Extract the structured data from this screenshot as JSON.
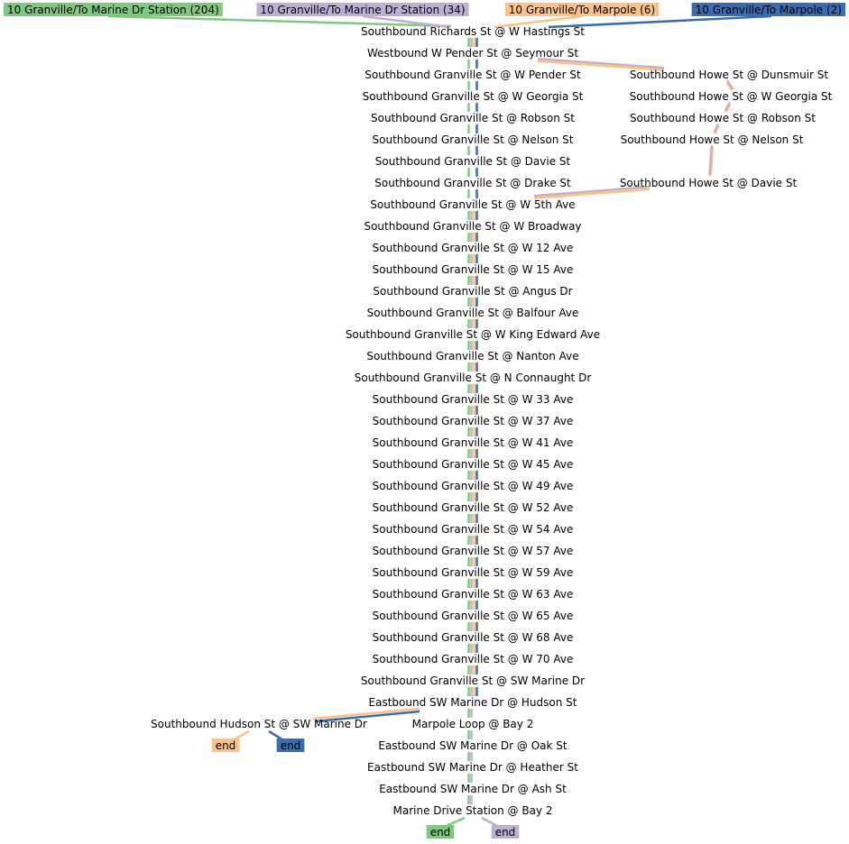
{
  "routes": [
    {
      "id": "r204",
      "label": "10 Granville/To Marine Dr Station (204)",
      "color": "#7fc97f"
    },
    {
      "id": "r34",
      "label": "10 Granville/To Marine Dr Station (34)",
      "color": "#beaed4"
    },
    {
      "id": "r6",
      "label": "10 Granville/To Marpole (6)",
      "color": "#fdc086"
    },
    {
      "id": "r2",
      "label": "10 Granville/To Marpole (2)",
      "color": "#386cb0"
    }
  ],
  "stops": {
    "hastings": "Southbound Richards St @ W Hastings St",
    "pender_seymour": "Westbound W Pender St @ Seymour St",
    "granville_pender": "Southbound Granville St @ W Pender St",
    "granville_georgia": "Southbound Granville St @ W Georgia St",
    "granville_robson": "Southbound Granville St @ Robson St",
    "granville_nelson": "Southbound Granville St @ Nelson St",
    "granville_davie": "Southbound Granville St @ Davie St",
    "granville_drake": "Southbound Granville St @ Drake St",
    "w5th": "Southbound Granville St @ W 5th Ave",
    "broadway": "Southbound Granville St @ W Broadway",
    "w12": "Southbound Granville St @ W 12 Ave",
    "w15": "Southbound Granville St @ W 15 Ave",
    "angus": "Southbound Granville St @ Angus Dr",
    "balfour": "Southbound Granville St @ Balfour Ave",
    "king_edward": "Southbound Granville St @ W King Edward Ave",
    "nanton": "Southbound Granville St @ Nanton Ave",
    "connaught": "Southbound Granville St @ N Connaught Dr",
    "w33": "Southbound Granville St @ W 33 Ave",
    "w37": "Southbound Granville St @ W 37 Ave",
    "w41": "Southbound Granville St @ W 41 Ave",
    "w45": "Southbound Granville St @ W 45 Ave",
    "w49": "Southbound Granville St @ W 49 Ave",
    "w52": "Southbound Granville St @ W 52 Ave",
    "w54": "Southbound Granville St @ W 54 Ave",
    "w57": "Southbound Granville St @ W 57 Ave",
    "w59": "Southbound Granville St @ W 59 Ave",
    "w63": "Southbound Granville St @ W 63 Ave",
    "w65": "Southbound Granville St @ W 65 Ave",
    "w68": "Southbound Granville St @ W 68 Ave",
    "w70": "Southbound Granville St @ W 70 Ave",
    "sw_marine": "Southbound Granville St @ SW Marine Dr",
    "hudson_east": "Eastbound SW Marine Dr @ Hudson St",
    "hudson_south": "Southbound Hudson St @ SW Marine Dr",
    "marpole_loop": "Marpole Loop @ Bay 2",
    "oak": "Eastbound SW Marine Dr @ Oak St",
    "heather": "Eastbound SW Marine Dr @ Heather St",
    "ash": "Eastbound SW Marine Dr @ Ash St",
    "marine_station": "Marine Drive Station @ Bay 2",
    "howe_dunsmuir": "Southbound Howe St @ Dunsmuir St",
    "howe_georgia": "Southbound Howe St @ W Georgia St",
    "howe_robson": "Southbound Howe St @ Robson St",
    "howe_nelson": "Southbound Howe St @ Nelson St",
    "howe_davie": "Southbound Howe St @ Davie St"
  },
  "end_label": "end"
}
